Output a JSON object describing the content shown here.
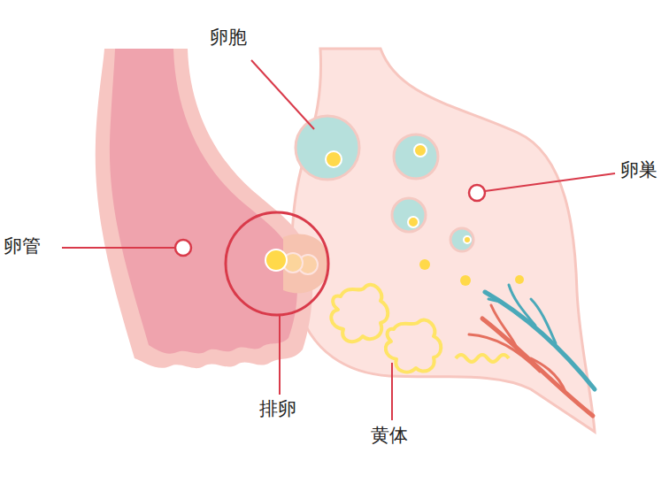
{
  "diagram": {
    "labels": [
      "卵胞",
      "卵巣",
      "卵管",
      "排卵",
      "黄体"
    ]
  }
}
